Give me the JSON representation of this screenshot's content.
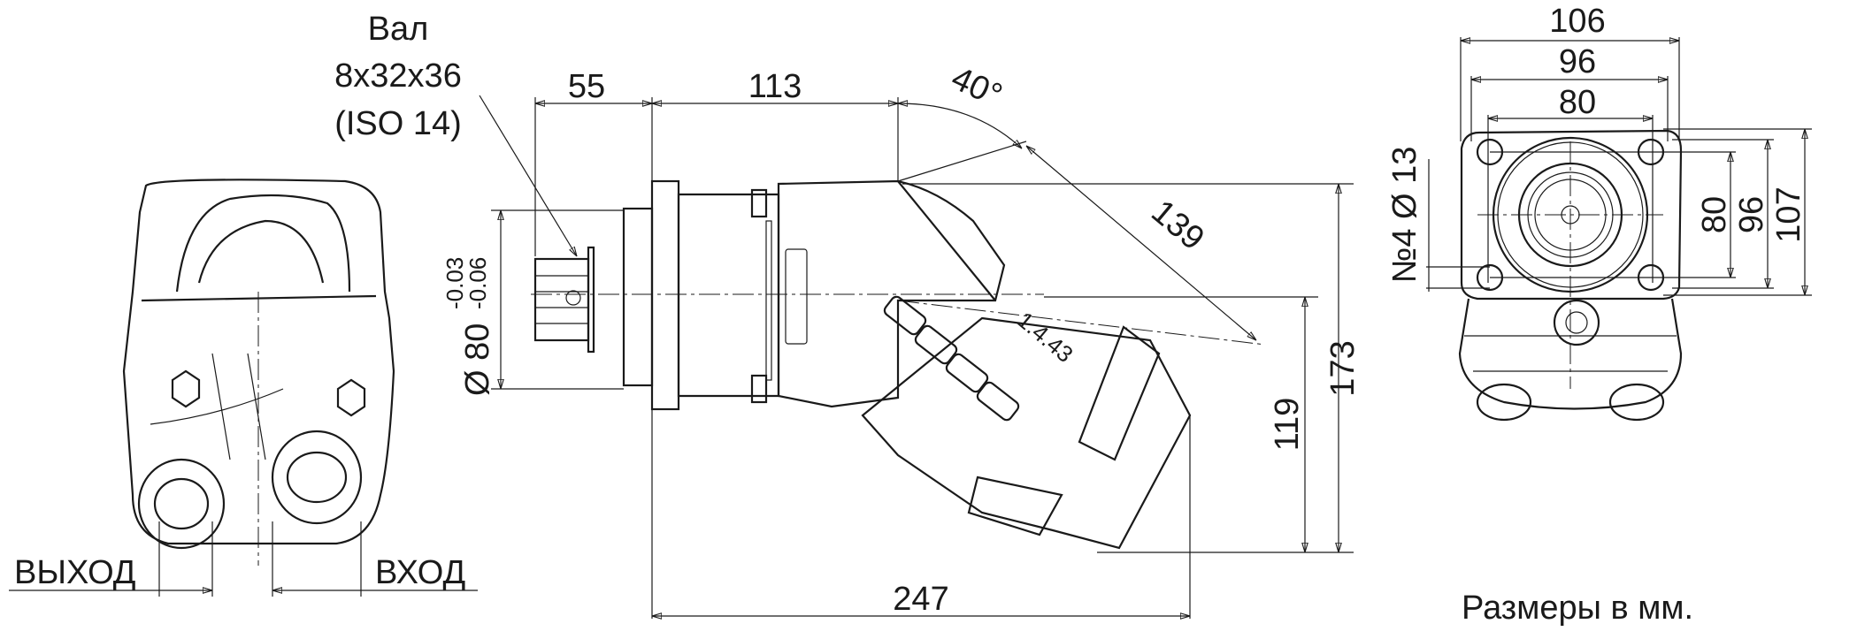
{
  "labels": {
    "shaft_title": "Вал",
    "shaft_spec": "8x32x36",
    "shaft_standard": "(ISO  14)",
    "outlet": "ВЫХОД",
    "inlet": "ВХОД",
    "units_note": "Размеры в мм.",
    "part_marking": "1.4.43"
  },
  "dimensions": {
    "shaft_length": "55",
    "body_length": "113",
    "angle": "40°",
    "angled_length": "139",
    "total_length": "247",
    "height_total": "173",
    "height_axis": "119",
    "pilot_diameter": "Ø 80",
    "pilot_tol_upper": "-0.03",
    "pilot_tol_lower": "-0.06",
    "flange_width": "106",
    "bolt_outer_width": "96",
    "bolt_spacing_width": "80",
    "bolt_spacing_height": "80",
    "bolt_outer_height": "96",
    "flange_height": "107",
    "bolt_holes": "№4  Ø 13"
  }
}
